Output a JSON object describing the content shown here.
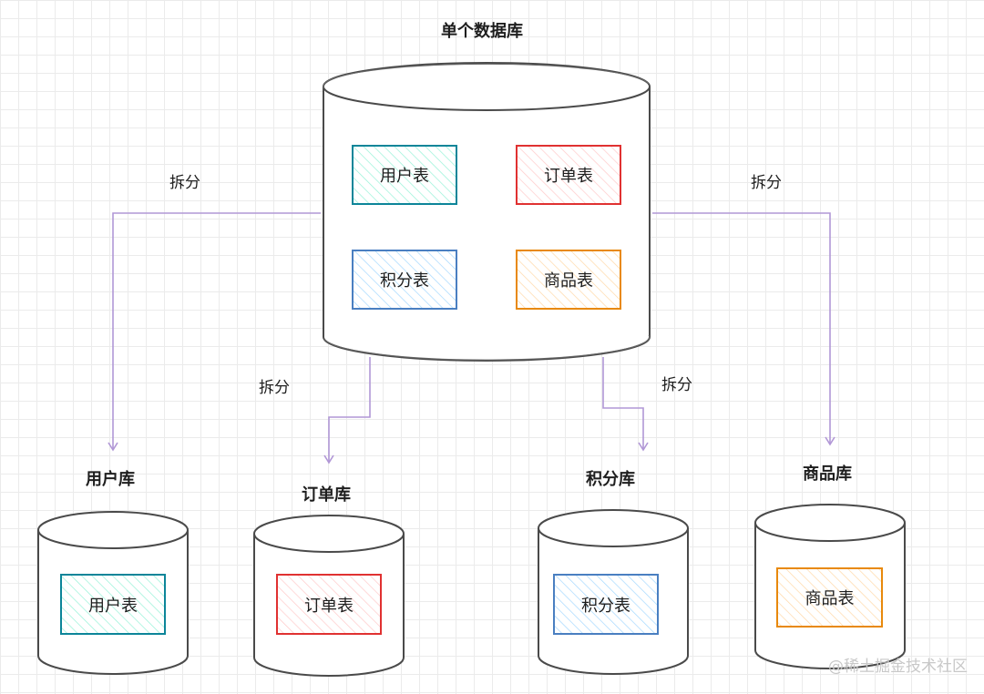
{
  "main_db": {
    "title": "单个数据库",
    "tables": [
      {
        "label": "用户表",
        "color": "#0c8599"
      },
      {
        "label": "订单表",
        "color": "#e03131"
      },
      {
        "label": "积分表",
        "color": "#4a7fc1"
      },
      {
        "label": "商品表",
        "color": "#e8890c"
      }
    ]
  },
  "edge_label": "拆分",
  "split_dbs": [
    {
      "title": "用户库",
      "table": "用户表",
      "color": "#0c8599"
    },
    {
      "title": "订单库",
      "table": "订单表",
      "color": "#e03131"
    },
    {
      "title": "积分库",
      "table": "积分表",
      "color": "#4a7fc1"
    },
    {
      "title": "商品库",
      "table": "商品表",
      "color": "#e8890c"
    }
  ],
  "arrow_color": "#b197d6",
  "watermark": "@稀土掘金技术社区"
}
